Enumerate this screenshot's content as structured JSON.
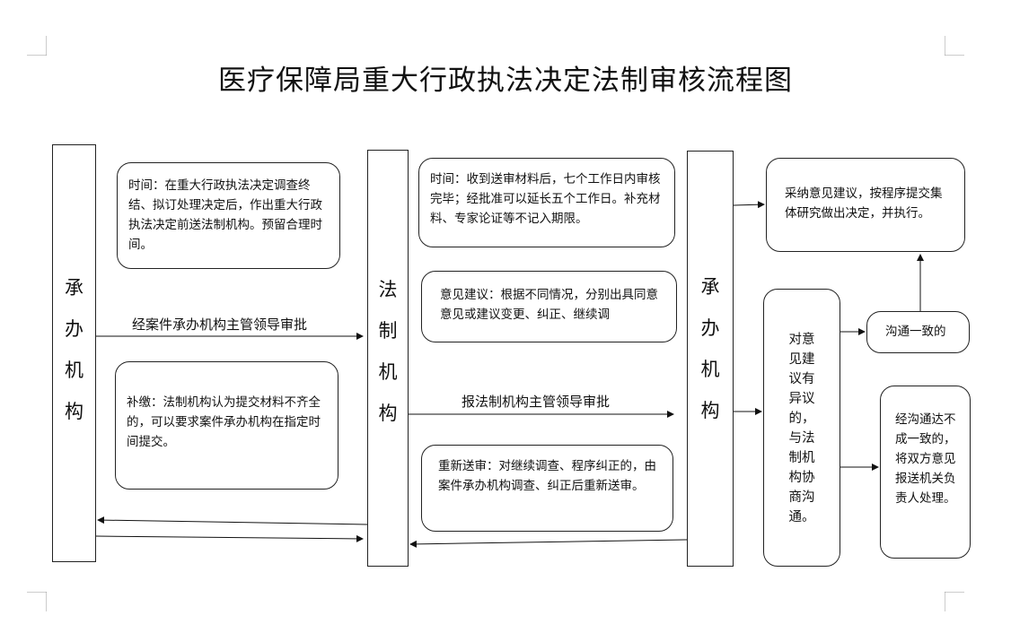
{
  "title": "医疗保障局重大行政执法决定法制审核流程图",
  "columns": {
    "left": [
      "承",
      "办",
      "机",
      "构"
    ],
    "middle": [
      "法",
      "制",
      "机",
      "构"
    ],
    "right": [
      "承",
      "办",
      "机",
      "构"
    ]
  },
  "boxes": {
    "time_left": "时间：在重大行政执法决定调查终结、拟订处理决定后，作出重大行政执法决定前送法制机构。预留合理时间。",
    "supplement": "补缴：法制机构认为提交材料不齐全的，可以要求案件承办机构在指定时间提交。",
    "time_mid": "时间：收到送审材料后，七个工作日内审核完毕；经批准可以延长五个工作日。补充材料、专家论证等不记入期限。",
    "opinion": "意见建议：根据不同情况，分别出具同意意见或建议变更、纠正、继续调",
    "resubmit": "重新送审：对继续调查、程序纠正的，由案件承办机构调查、纠正后重新送审。",
    "adopt": "采纳意见建议，按程序提交集体研究做出决定，并执行。",
    "objection": "对意见建议有异议的，与法制机构协商沟通。",
    "agree": "沟通一致的",
    "disagree": "经沟通达不成一致的，将双方意见报送机关负责人处理。"
  },
  "labels": {
    "approve_left": "经案件承办机构主管领导审批",
    "approve_mid": "报法制机构主管领导审批"
  }
}
